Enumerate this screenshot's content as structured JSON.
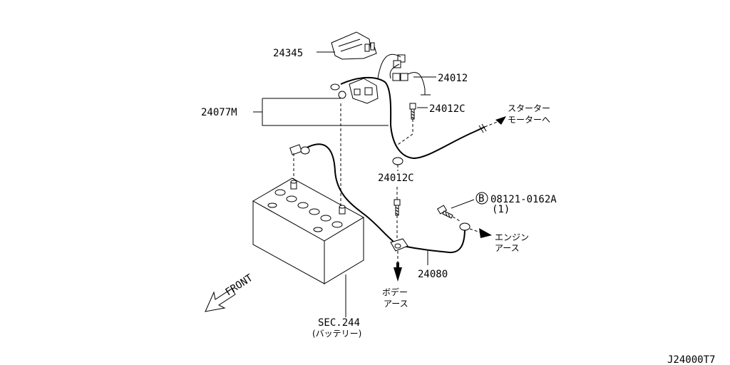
{
  "labels": {
    "p24345": "24345",
    "p24012": "24012",
    "p24077m": "24077M",
    "p24012c_top": "24012C",
    "p24012c_mid": "24012C",
    "p08121": "08121-0162A",
    "p08121_qty": "(1)",
    "p08121_badge": "B",
    "p24080": "24080",
    "sec244": "SEC.244",
    "sec244_sub": "(バッテリー)",
    "starter_1": "スターター",
    "starter_2": "モーターへ",
    "engine_1": "エンジン",
    "engine_2": "アース",
    "body_1": "ボデー",
    "body_2": "アース",
    "front": "FRONT",
    "diagram_code": "J24000T7"
  }
}
